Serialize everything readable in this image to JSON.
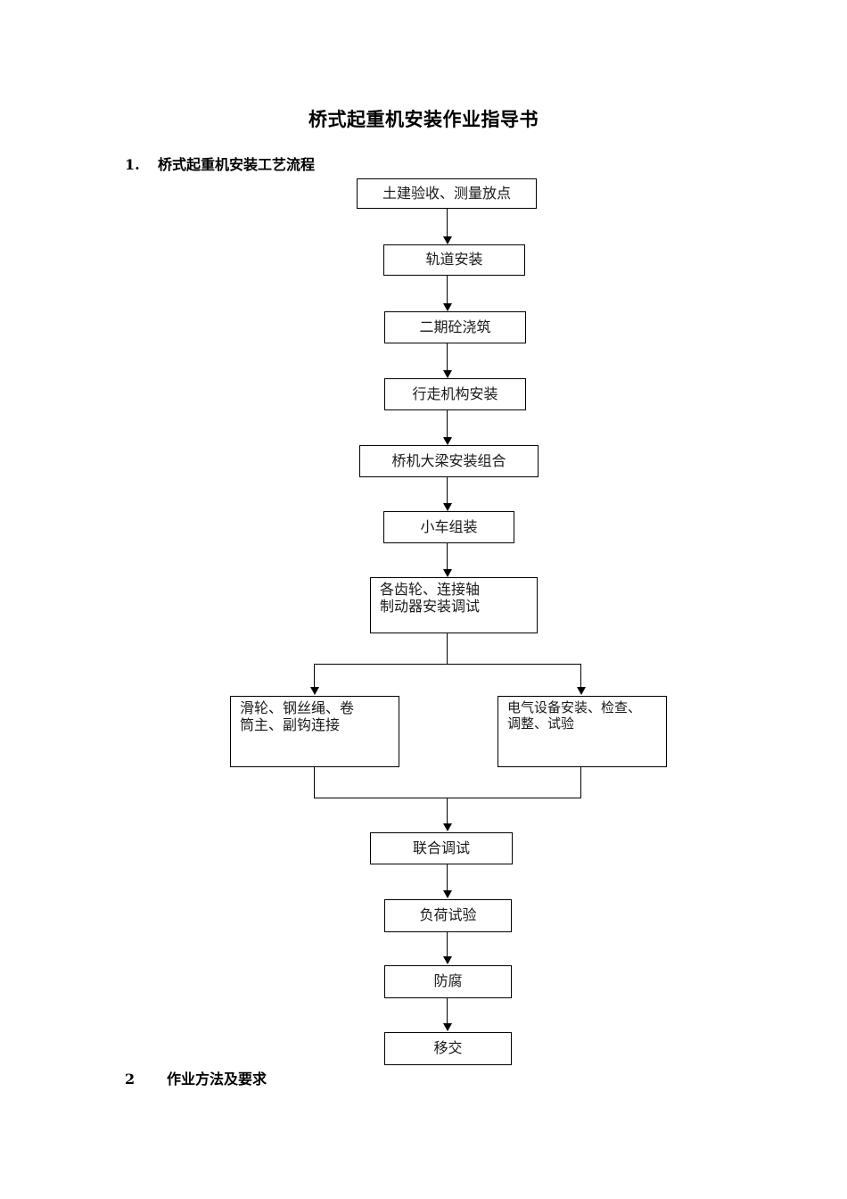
{
  "document": {
    "title": "桥式起重机安装作业指导书",
    "headings": [
      {
        "number": "1.",
        "text": "桥式起重机安装工艺流程"
      },
      {
        "number": "2",
        "text": "作业方法及要求"
      }
    ]
  },
  "flowchart": {
    "nodes": {
      "n1": "土建验收、测量放点",
      "n2": "轨道安装",
      "n3": "二期砼浇筑",
      "n4": "行走机构安装",
      "n5": "桥机大梁安装组合",
      "n6": "小车组装",
      "n7": "各齿轮、连接轴\n制动器安装调试",
      "n8a": "滑轮、钢丝绳、卷\n筒主、副钩连接",
      "n8b": "电气设备安装、检查、\n调整、试验",
      "n9": "联合调试",
      "n10": "负荷试验",
      "n11": "防腐",
      "n12": "移交"
    }
  }
}
